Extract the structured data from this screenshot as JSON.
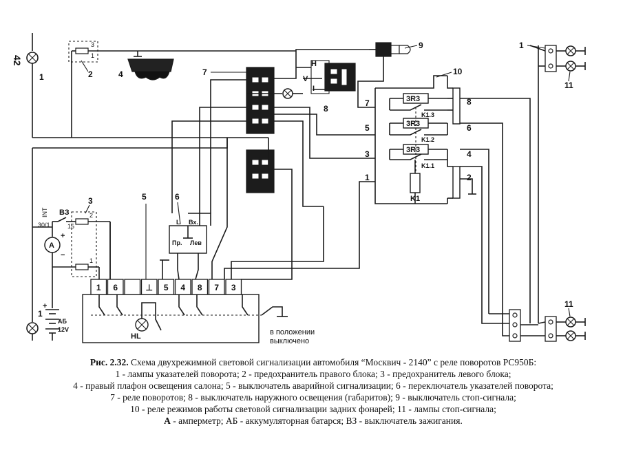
{
  "page_number": "42",
  "labels": {
    "n1": "1",
    "n2": "2",
    "n3": "3",
    "n4": "4",
    "n5": "5",
    "n6": "6",
    "n7": "7",
    "n8": "8",
    "n9": "9",
    "n10": "10",
    "n11": "11"
  },
  "component_text": {
    "vz": "ВЗ",
    "fuse_30": "30/1",
    "fuse_15": "15",
    "ammeter": "А",
    "battery_label": "АБ",
    "battery_voltage": "12V",
    "relay_l": "L",
    "relay_vx": "Вх.",
    "relay_pr": "Пр.",
    "relay_lev": "Лев",
    "switch_h": "H",
    "switch_v": "V",
    "switch_i": "I",
    "r1": "3R3",
    "r2": "3R3",
    "r3": "3R3",
    "k13": "K1.3",
    "k12": "K1.2",
    "k11": "K1.1",
    "k1": "K1",
    "hl": "HL",
    "off_line1": "в положении",
    "off_line2": "выключено",
    "plus": "+",
    "minus": "−"
  },
  "terminals": [
    "1",
    "6",
    "",
    "⊥",
    "5",
    "4",
    "8",
    "7",
    "3"
  ],
  "wire_numbers": {
    "w7": "7",
    "w8": "8",
    "w5": "5",
    "w6": "6",
    "w3": "3",
    "w4": "4",
    "w1": "1",
    "w2": "2",
    "w5b": "5"
  },
  "caption": {
    "title": "Рис. 2.32.",
    "line1_rest": " Схема двухрежимной световой сигнализации автомобиля “Москвич - 2140” с реле поворотов РС950Б:",
    "line2": "1 - лампы указателей поворота; 2 - предохранитель правого блока; 3 - предохранитель левого блока;",
    "line3": "4 - правый плафон освещения салона; 5 - выключатель аварийной сигнализации; 6 - переключатель указателей поворота;",
    "line4": "7 - реле поворотов; 8 - выключатель наружного освещения (габаритов); 9 - выключатель стоп-сигнала;",
    "line5": "10 - реле режимов работы световой сигнализации задних фонарей; 11 - лампы стоп-сигнала;",
    "line6_bold": "А",
    "line6_rest": " - амперметр; АБ - аккумуляторная батарся; ВЗ - выключатель зажигания."
  }
}
